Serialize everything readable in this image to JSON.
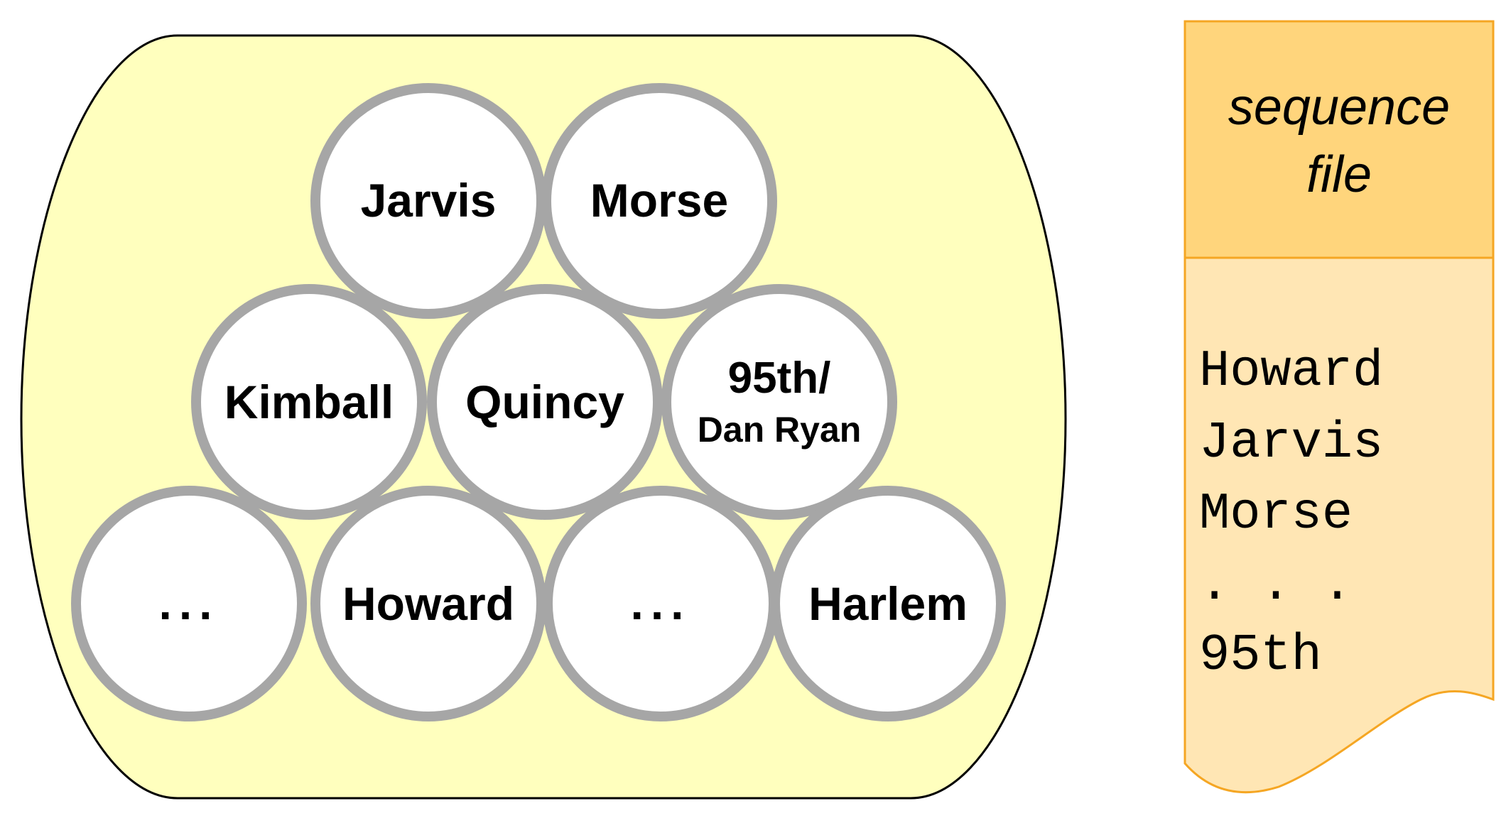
{
  "set": {
    "circles": [
      {
        "id": "jarvis",
        "lines": [
          "Jarvis"
        ]
      },
      {
        "id": "morse",
        "lines": [
          "Morse"
        ]
      },
      {
        "id": "kimball",
        "lines": [
          "Kimball"
        ]
      },
      {
        "id": "quincy",
        "lines": [
          "Quincy"
        ]
      },
      {
        "id": "95th",
        "lines": [
          "95th/",
          "Dan Ryan"
        ]
      },
      {
        "id": "ellipsis-left",
        "lines": [
          "..."
        ]
      },
      {
        "id": "howard",
        "lines": [
          "Howard"
        ]
      },
      {
        "id": "ellipsis-right",
        "lines": [
          "..."
        ]
      },
      {
        "id": "harlem",
        "lines": [
          "Harlem"
        ]
      }
    ]
  },
  "sequence_file": {
    "title_lines": [
      "sequence",
      "file"
    ],
    "entries": [
      "Howard",
      "Jarvis",
      "Morse",
      ". . .",
      "95th"
    ]
  },
  "colors": {
    "set_fill": "#ffffbe",
    "set_stroke": "#000000",
    "circle_fill": "#ffffff",
    "circle_stroke": "#a6a6a6",
    "doc_header_fill": "#ffd57c",
    "doc_body_fill": "#ffe6b4",
    "doc_stroke": "#f5a623"
  }
}
